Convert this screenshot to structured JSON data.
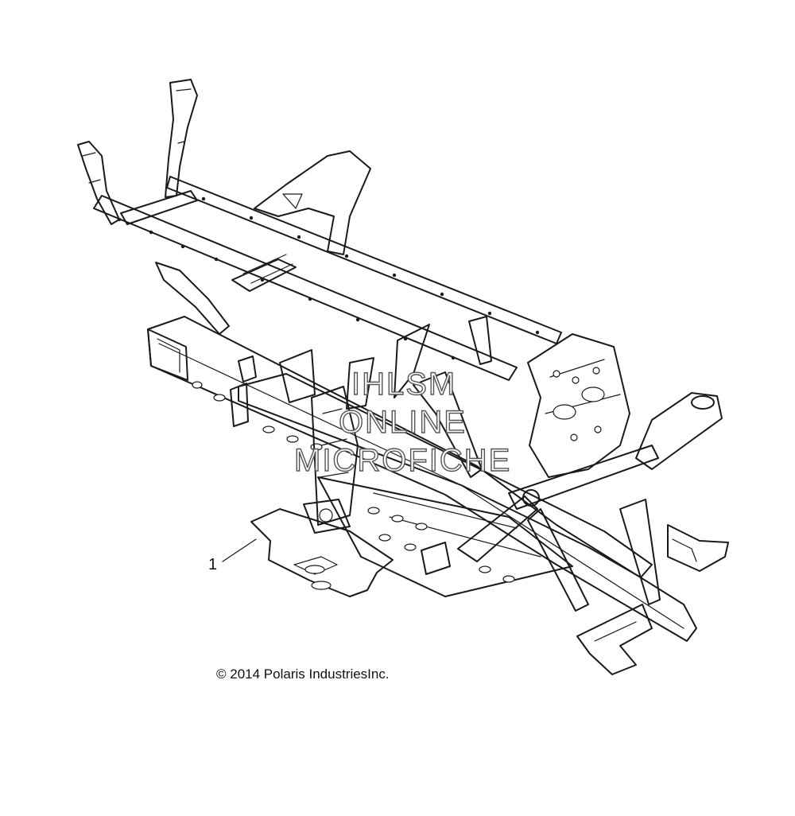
{
  "diagram": {
    "callout_number": "1",
    "copyright": "© 2014 Polaris IndustriesInc.",
    "watermark": [
      "IHLSM",
      "ONLINE",
      "MICROFICHE"
    ]
  }
}
